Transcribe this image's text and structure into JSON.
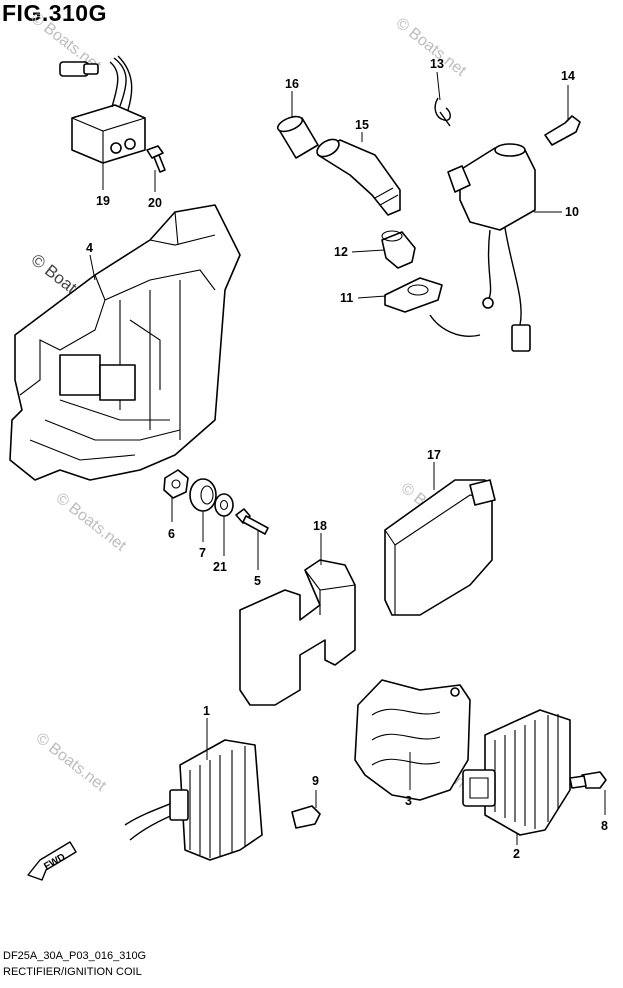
{
  "figure": {
    "title": "FIG.310G",
    "code": "DF25A_30A_P03_016_310G",
    "caption": "RECTIFIER/IGNITION COIL"
  },
  "watermark": "© Boats.net",
  "direction_label": "FWD",
  "callouts": {
    "c1": "1",
    "c2": "2",
    "c3": "3",
    "c4": "4",
    "c5": "5",
    "c6": "6",
    "c7": "7",
    "c8": "8",
    "c9": "9",
    "c10": "10",
    "c11": "11",
    "c12": "12",
    "c13": "13",
    "c14": "14",
    "c15": "15",
    "c16": "16",
    "c17": "17",
    "c18": "18",
    "c19": "19",
    "c20": "20",
    "c21": "21"
  }
}
